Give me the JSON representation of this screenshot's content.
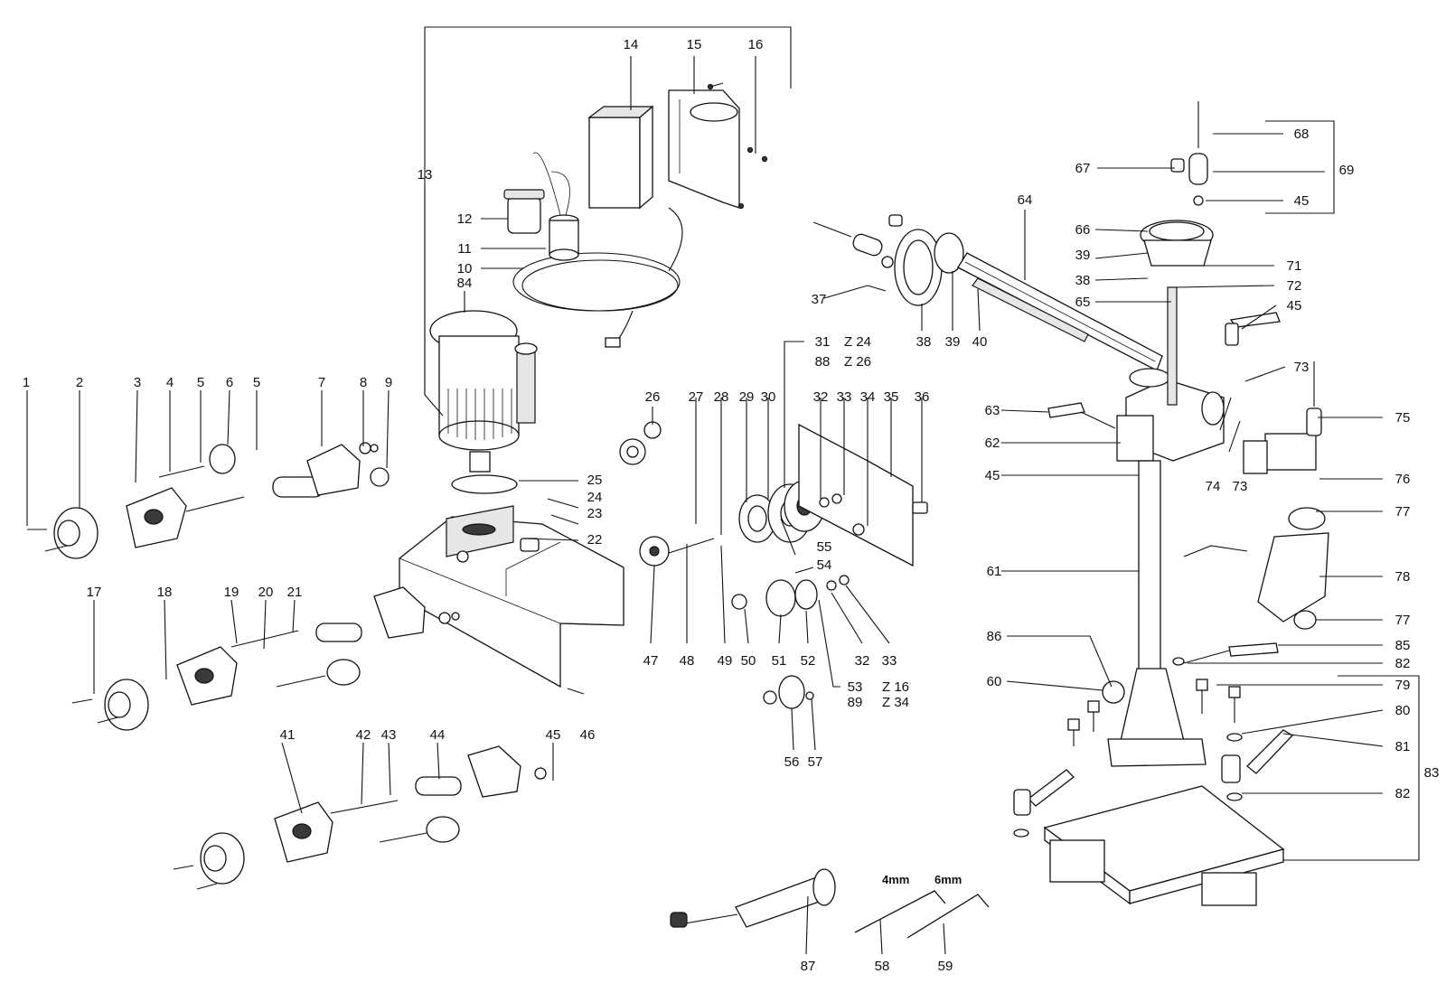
{
  "labels": [
    "1",
    "2",
    "3",
    "4",
    "5",
    "6",
    "5",
    "7",
    "8",
    "9",
    "10",
    "11",
    "12",
    "13",
    "14",
    "15",
    "16",
    "17",
    "18",
    "19",
    "20",
    "21",
    "22",
    "23",
    "24",
    "25",
    "26",
    "27",
    "28",
    "29",
    "30",
    "31",
    "88",
    "32",
    "33",
    "34",
    "35",
    "36",
    "37",
    "38",
    "39",
    "40",
    "41",
    "42",
    "43",
    "44",
    "45",
    "46",
    "47",
    "48",
    "49",
    "50",
    "51",
    "52",
    "53",
    "89",
    "32",
    "33",
    "54",
    "55",
    "56",
    "57",
    "58",
    "59",
    "60",
    "61",
    "62",
    "63",
    "64",
    "65",
    "66",
    "67",
    "68",
    "69",
    "45",
    "39",
    "38",
    "71",
    "72",
    "45",
    "73",
    "74",
    "73",
    "75",
    "76",
    "77",
    "78",
    "77",
    "85",
    "82",
    "79",
    "80",
    "81",
    "82",
    "83",
    "84",
    "86",
    "87",
    "45"
  ],
  "gear_notes": {
    "z24": "Z 24",
    "z26": "Z 26",
    "z16": "Z 16",
    "z34": "Z 34"
  },
  "key_sizes": {
    "k4": "4mm",
    "k6": "6mm"
  }
}
